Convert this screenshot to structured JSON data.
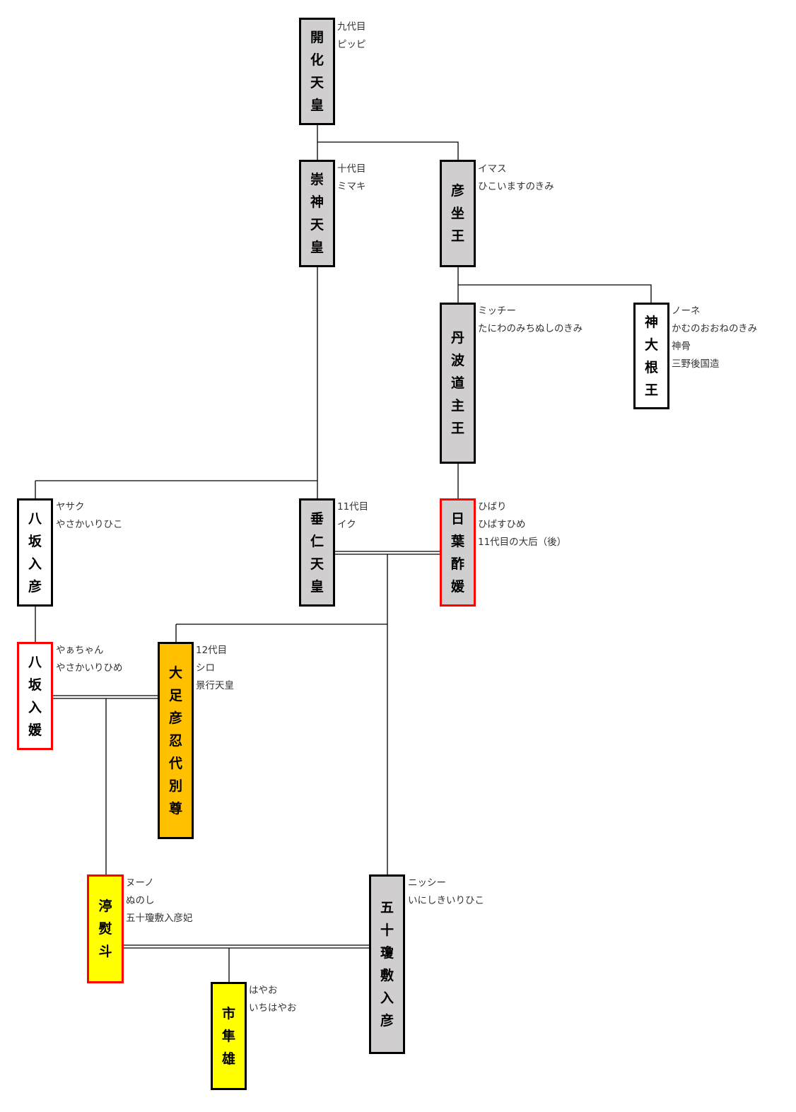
{
  "colors": {
    "emperor_fill": "#d0cece",
    "plain_fill": "#ffffff",
    "heir_fill": "#ffc000",
    "highlight_fill": "#ffff00",
    "female_border": "#ff0000",
    "male_border": "#000000"
  },
  "people": {
    "kaika": {
      "name": "開化天皇",
      "notes": [
        "九代目",
        "ピッピ"
      ]
    },
    "sujin": {
      "name": "崇神天皇",
      "notes": [
        "十代目",
        "ミマキ"
      ]
    },
    "hikoimasu": {
      "name": "彦坐王",
      "notes": [
        "イマス",
        "ひこいますのきみ"
      ]
    },
    "tanba": {
      "name": "丹波道主王",
      "notes": [
        "ミッチー",
        "たにわのみちぬしのきみ"
      ]
    },
    "kamuoone": {
      "name": "神大根王",
      "notes": [
        "ノーネ",
        "かむのおおねのきみ",
        "神骨",
        "三野後国造"
      ]
    },
    "yasakairihiko": {
      "name": "八坂入彦",
      "notes": [
        "ヤサク",
        "やさかいりひこ"
      ]
    },
    "suinin": {
      "name": "垂仁天皇",
      "notes": [
        "11代目",
        "イク"
      ]
    },
    "hibasu": {
      "name": "日葉酢媛",
      "notes": [
        "ひばり",
        "ひばすひめ",
        "11代目の大后（後）"
      ]
    },
    "yasakairihime": {
      "name": "八坂入媛",
      "notes": [
        "やぁちゃん",
        "やさかいりひめ"
      ]
    },
    "keiko": {
      "name": "大足彦忍代別尊",
      "notes": [
        "12代目",
        "シロ",
        "景行天皇"
      ]
    },
    "nunoshi": {
      "name": "渟熨斗",
      "notes": [
        "ヌーノ",
        "ぬのし",
        "五十瓊敷入彦妃"
      ]
    },
    "inishiki": {
      "name": "五十瓊敷入彦",
      "notes": [
        "ニッシー",
        "いにしきいりひこ"
      ]
    },
    "ichihayao": {
      "name": "市隼雄",
      "notes": [
        "はやお",
        "いちはやお"
      ]
    }
  }
}
